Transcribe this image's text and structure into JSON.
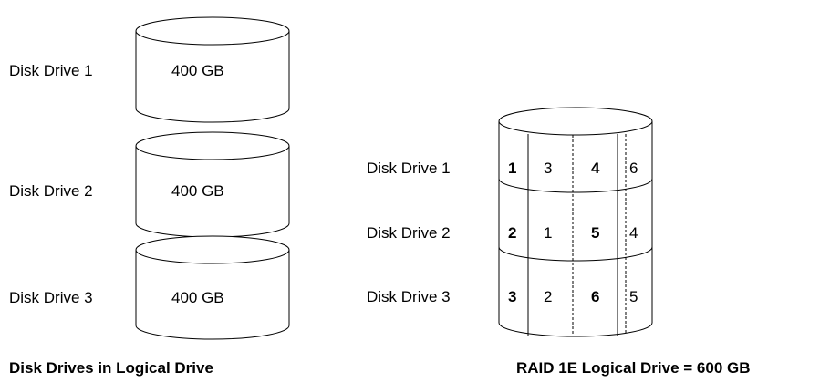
{
  "left": {
    "drives": [
      {
        "label": "Disk Drive 1",
        "capacity": "400 GB"
      },
      {
        "label": "Disk Drive 2",
        "capacity": "400 GB"
      },
      {
        "label": "Disk Drive 3",
        "capacity": "400 GB"
      }
    ],
    "caption": "Disk Drives in Logical Drive"
  },
  "right": {
    "drives": [
      {
        "label": "Disk Drive 1",
        "cells": [
          "1",
          "3",
          "4",
          "6"
        ]
      },
      {
        "label": "Disk Drive 2",
        "cells": [
          "2",
          "1",
          "5",
          "4"
        ]
      },
      {
        "label": "Disk Drive 3",
        "cells": [
          "3",
          "2",
          "6",
          "5"
        ]
      }
    ],
    "bold_cells": [
      0,
      2
    ],
    "caption": "RAID 1E Logical Drive = 600 GB"
  }
}
